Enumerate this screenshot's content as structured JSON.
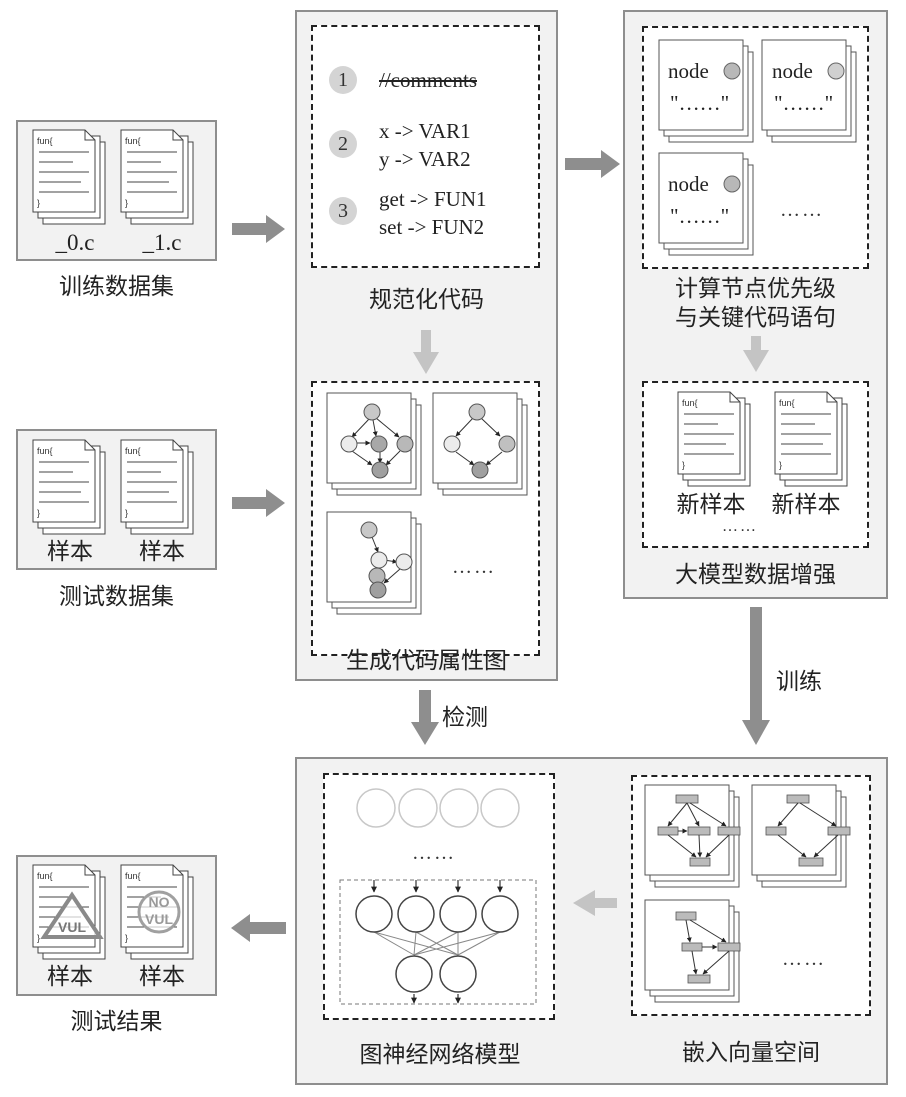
{
  "left": {
    "train_files": [
      "_0.c",
      "_1.c"
    ],
    "train_label": "训练数据集",
    "test_files": [
      "样本",
      "样本"
    ],
    "test_label": "测试数据集",
    "result_files": [
      "样本",
      "样本"
    ],
    "result_label": "测试结果"
  },
  "normalize": {
    "step1_num": "1",
    "step1": "//comments",
    "step2_num": "2",
    "step2_a": "x -> VAR1",
    "step2_b": "y -> VAR2",
    "step3_num": "3",
    "step3_a": "get -> FUN1",
    "step3_b": "set -> FUN2",
    "label": "规范化代码"
  },
  "pdg": {
    "ellipsis": "……",
    "label": "生成代码属性图"
  },
  "priority": {
    "node_word": "node",
    "quote_text": "\"……\"",
    "ellipsis": "……",
    "label_line1": "计算节点优先级",
    "label_line2": "与关键代码语句"
  },
  "augment": {
    "sample_a": "新样本",
    "sample_b": "新样本",
    "ellipsis": "……",
    "label": "大模型数据增强"
  },
  "arrows": {
    "detect": "检测",
    "train": "训练"
  },
  "gnn": {
    "ellipsis": "……",
    "label": "图神经网络模型"
  },
  "embed": {
    "ellipsis": "……",
    "label": "嵌入向量空间"
  },
  "file_text": {
    "fun": "fun{",
    "brace": "}"
  },
  "badges": {
    "vul": "VUL",
    "no": "NO",
    "no_vul": "VUL"
  },
  "colors": {
    "panel": "#f2f2f2",
    "border": "#8e8e8e",
    "arrow": "#8e8e8e",
    "node_fill": "#b8b8b8"
  }
}
